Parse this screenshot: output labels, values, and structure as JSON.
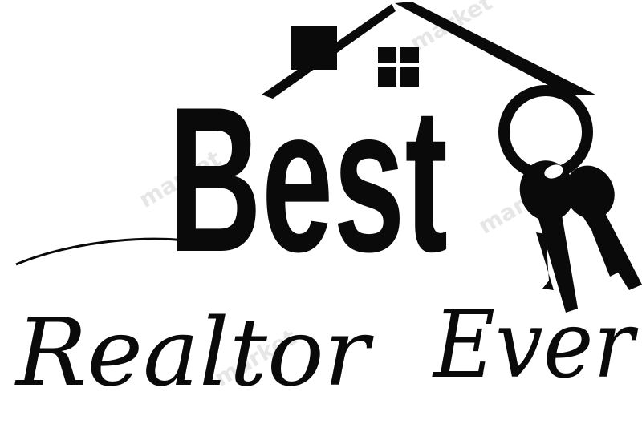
{
  "logo": {
    "headline": "Best",
    "tagline_part1": "Realtor",
    "tagline_part2": "Ever",
    "watermark": "market"
  },
  "colors": {
    "ink": "#0a0a0a",
    "background": "#ffffff",
    "watermark": "#e6e6e6"
  },
  "icons": [
    "house-roof-icon",
    "chimney-icon",
    "window-icon",
    "key-ring-icon",
    "key-icon"
  ]
}
